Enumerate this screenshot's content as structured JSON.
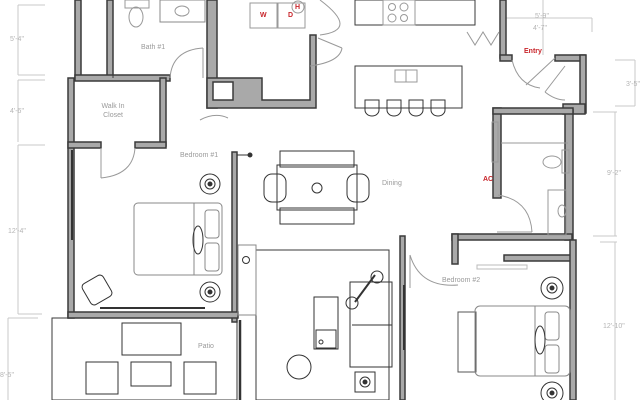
{
  "floor_plan": {
    "rooms": {
      "bath1": "Bath #1",
      "walk_in_closet_line1": "Walk In",
      "walk_in_closet_line2": "Closet",
      "bedroom1": "Bedroom #1",
      "dining": "Dining",
      "patio": "Patio",
      "bedroom2": "Bedroom #2"
    },
    "fixtures": {
      "washer": "W",
      "dryer": "D",
      "water_heater": "H",
      "entry": "Entry",
      "ac": "AC"
    },
    "dimensions": {
      "left": [
        "5'-4\"",
        "4'-6\"",
        "12'-4\"",
        "8'-5\""
      ],
      "right": [
        "3'-5\"",
        "9'-2\"",
        "12'-10\""
      ],
      "top_right": [
        "5'-9\"",
        "4'-7\""
      ]
    },
    "colors": {
      "wall_fill": "#a9a9a9",
      "wall_stroke": "#3a3a3a",
      "label_red": "#c8242a",
      "label_gray": "#9a9a9a"
    }
  }
}
